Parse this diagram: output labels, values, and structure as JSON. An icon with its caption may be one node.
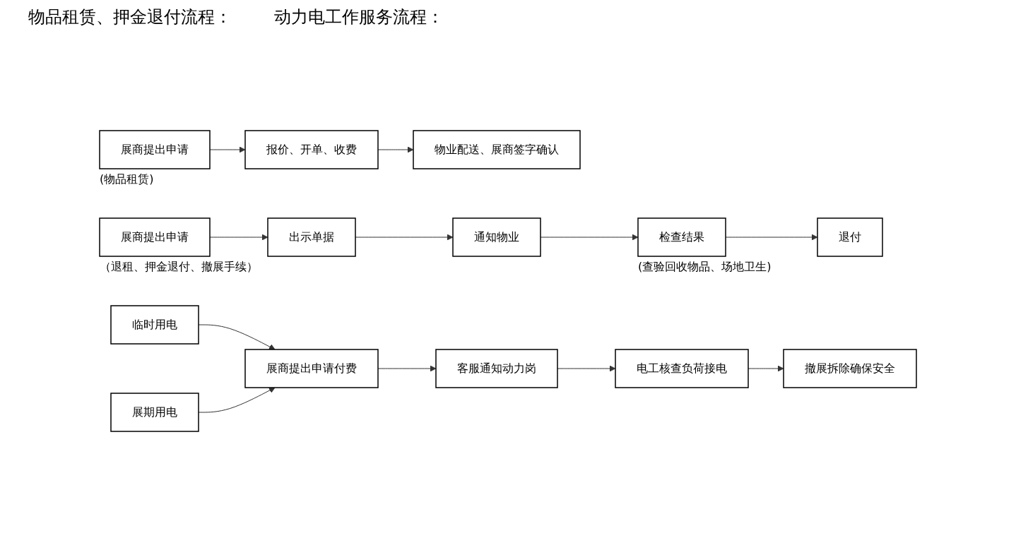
{
  "diagram": {
    "nodes": [
      {
        "text": [
          "展商提出申请"
        ],
        "beside": [
          "(物品租赁)"
        ]
      },
      {
        "text": [
          "报价、开单、收费"
        ]
      },
      {
        "text": [
          "物业配送、展商签字确认"
        ]
      },
      {
        "text": [
          "展商提出申请"
        ],
        "beside": [
          "（退租、押金退付、撤展手续）"
        ]
      },
      {
        "text": [
          "出示单据"
        ]
      },
      {
        "text": [
          "通知物业"
        ]
      },
      {
        "text": [
          "检查结果"
        ],
        "beside": [
          "(查验回收物品、场地卫生)"
        ]
      },
      {
        "text": [
          "退付"
        ]
      },
      {
        "text": [
          "临时用电"
        ]
      },
      {
        "text": [
          "展期用电"
        ]
      },
      {
        "text": [
          "展商提出申请付费"
        ]
      },
      {
        "text": [
          "客服通知动力岗"
        ]
      },
      {
        "text": [
          "电工核查负荷接电"
        ]
      },
      {
        "text": [
          "撤展拆除确保安全"
        ]
      }
    ],
    "edges": [
      {
        "from": 0,
        "to": 1,
        "arrow": "to"
      },
      {
        "from": 1,
        "to": 2,
        "arrow": "to"
      },
      {
        "from": 3,
        "to": 4,
        "arrow": "to"
      },
      {
        "from": 4,
        "to": 5,
        "arrow": "to"
      },
      {
        "from": 5,
        "to": 6,
        "arrow": "to"
      },
      {
        "from": 6,
        "to": 7,
        "arrow": "to"
      },
      {
        "from": 8,
        "to": 10,
        "arrow": "to"
      },
      {
        "from": 9,
        "to": 10,
        "arrow": "to"
      },
      {
        "from": 10,
        "to": 11,
        "arrow": "to"
      },
      {
        "from": 11,
        "to": 12,
        "arrow": "to"
      },
      {
        "from": 12,
        "to": 13,
        "arrow": "to"
      }
    ],
    "labels": [
      "物品租赁、押金退付流程：",
      "动力电工作服务流程："
    ]
  }
}
